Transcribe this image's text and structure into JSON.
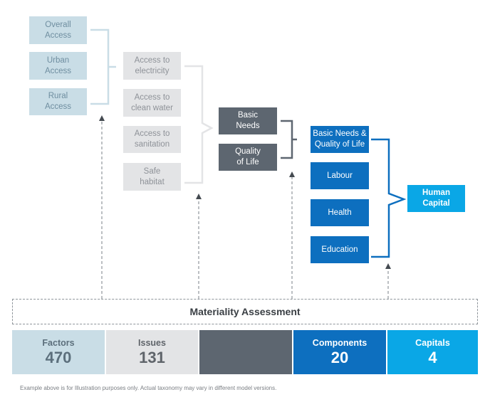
{
  "column1": [
    "Overall\nAccess",
    "Urban\nAccess",
    "Rural\nAccess"
  ],
  "column2": [
    "Access to\nelectricity",
    "Access to\nclean water",
    "Access to\nsanitation",
    "Safe\nhabitat"
  ],
  "column3": [
    "Basic\nNeeds",
    "Quality\nof Life"
  ],
  "column4": [
    "Basic Needs &\nQuality of Life",
    "Labour",
    "Health",
    "Education"
  ],
  "column5": [
    "Human\nCapital"
  ],
  "materiality_label": "Materiality Assessment",
  "summary": [
    {
      "label": "Factors",
      "value": "470"
    },
    {
      "label": "Issues",
      "value": "131"
    },
    {
      "label": "",
      "value": ""
    },
    {
      "label": "Components",
      "value": "20"
    },
    {
      "label": "Capitals",
      "value": "4"
    }
  ],
  "footnote": "Example above is for Illustration purposes only. Actual taxonomy may vary in different model versions.",
  "colors": {
    "factor_fill": "#c9dde6",
    "issue_fill": "#e3e4e6",
    "slate_fill": "#5d6670",
    "component_fill": "#0d6fbf",
    "capital_fill": "#0aa7e6"
  }
}
